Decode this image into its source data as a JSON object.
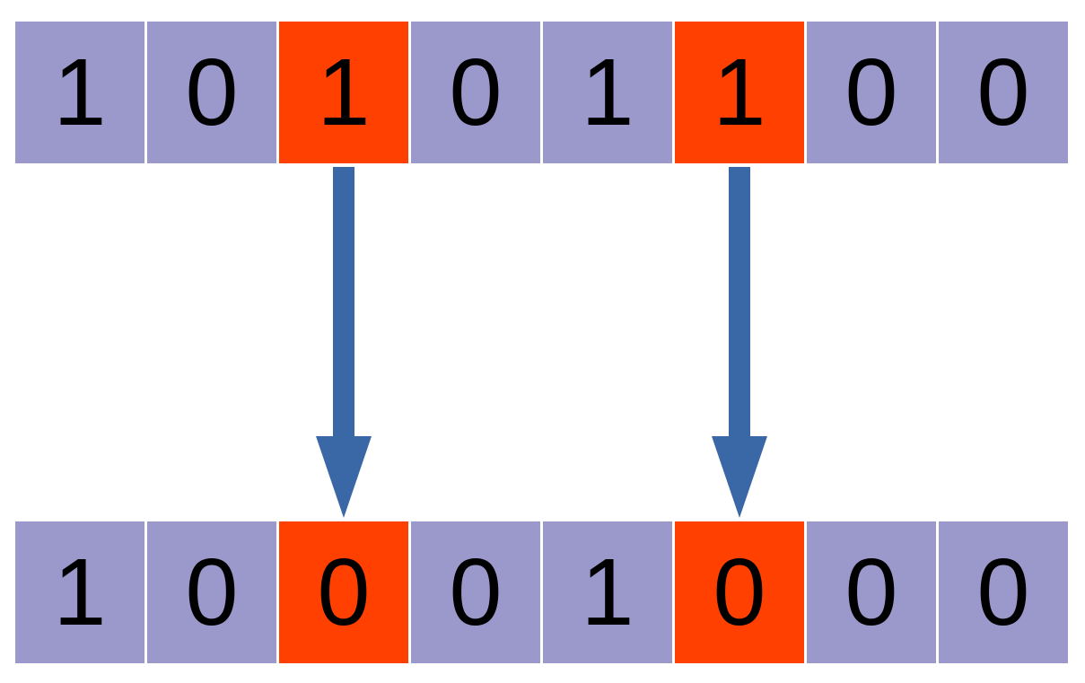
{
  "colors": {
    "cell_default": "#9b99cb",
    "cell_highlight": "#ff4000",
    "arrow": "#3a68a6"
  },
  "top_row": {
    "cells": [
      {
        "value": "1",
        "highlight": false
      },
      {
        "value": "0",
        "highlight": false
      },
      {
        "value": "1",
        "highlight": true
      },
      {
        "value": "0",
        "highlight": false
      },
      {
        "value": "1",
        "highlight": false
      },
      {
        "value": "1",
        "highlight": true
      },
      {
        "value": "0",
        "highlight": false
      },
      {
        "value": "0",
        "highlight": false
      }
    ]
  },
  "bottom_row": {
    "cells": [
      {
        "value": "1",
        "highlight": false
      },
      {
        "value": "0",
        "highlight": false
      },
      {
        "value": "0",
        "highlight": true
      },
      {
        "value": "0",
        "highlight": false
      },
      {
        "value": "1",
        "highlight": false
      },
      {
        "value": "0",
        "highlight": true
      },
      {
        "value": "0",
        "highlight": false
      },
      {
        "value": "0",
        "highlight": false
      }
    ]
  },
  "arrows": [
    {
      "from_index": 2,
      "to_index": 2
    },
    {
      "from_index": 5,
      "to_index": 5
    }
  ]
}
